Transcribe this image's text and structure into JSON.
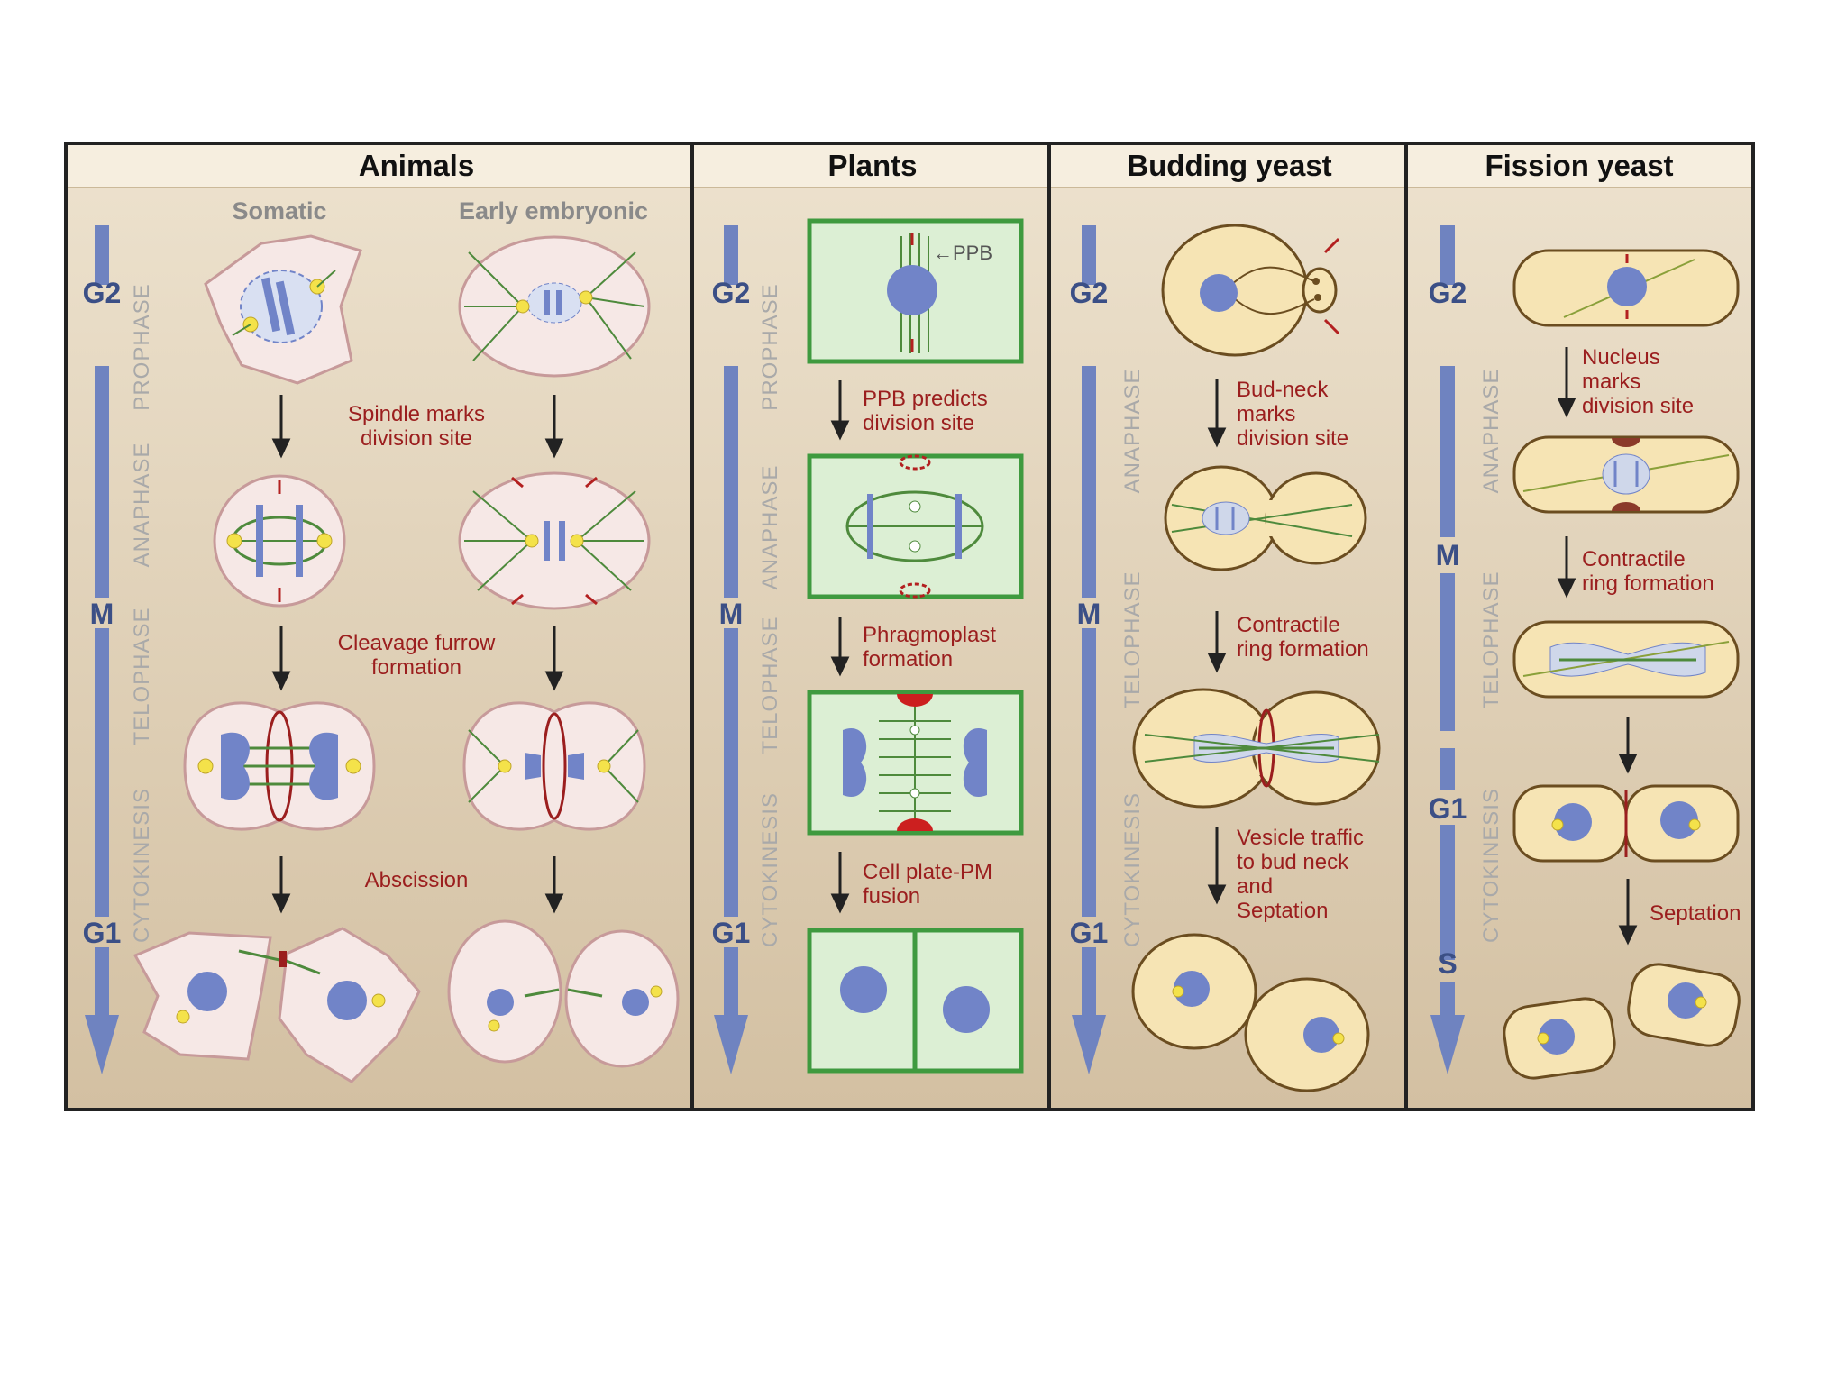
{
  "panels": {
    "animals": {
      "title": "Animals",
      "col_somatic": "Somatic",
      "col_embryonic": "Early embryonic",
      "phases": [
        "G2",
        "M",
        "G1"
      ],
      "stages": [
        "PROPHASE",
        "ANAPHASE",
        "TELOPHASE",
        "CYTOKINESIS"
      ],
      "step1": [
        "Spindle marks",
        "division site"
      ],
      "step2": [
        "Cleavage furrow",
        "formation"
      ],
      "step3": "Abscission"
    },
    "plants": {
      "title": "Plants",
      "ppb_label": "←PPB",
      "phases": [
        "G2",
        "M",
        "G1"
      ],
      "stages": [
        "PROPHASE",
        "ANAPHASE",
        "TELOPHASE",
        "CYTOKINESIS"
      ],
      "step1": [
        "PPB predicts",
        "division site"
      ],
      "step2": [
        "Phragmoplast",
        "formation"
      ],
      "step3": [
        "Cell plate-PM",
        "fusion"
      ]
    },
    "budding": {
      "title": "Budding yeast",
      "phases": [
        "G2",
        "M",
        "G1"
      ],
      "stages": [
        "ANAPHASE",
        "TELOPHASE",
        "CYTOKINESIS"
      ],
      "step1": [
        "Bud-neck",
        "marks",
        "division site"
      ],
      "step2": [
        "Contractile",
        "ring formation"
      ],
      "step3": [
        "Vesicle traffic",
        "to bud neck",
        "and",
        "Septation"
      ]
    },
    "fission": {
      "title": "Fission yeast",
      "phases": [
        "G2",
        "M",
        "G1",
        "S"
      ],
      "stages": [
        "ANAPHASE",
        "TELOPHASE",
        "CYTOKINESIS"
      ],
      "step1": [
        "Nucleus",
        "marks",
        "division site"
      ],
      "step2": [
        "Contractile",
        "ring formation"
      ],
      "step3": "Septation"
    }
  },
  "colors": {
    "background_top": "#ece0cb",
    "background_bottom": "#d2bfa0",
    "timeline_blue": "#6f83c0",
    "nucleus": "#7184c8",
    "annotation_red": "#9b1e1e",
    "animal_cell": "#f6e8e6",
    "plant_cell": "#dcefd4",
    "plant_wall": "#3f9a3f",
    "yeast_cell": "#f6e4b4"
  },
  "icons": [
    "step-arrow-icon",
    "timeline-arrow-icon"
  ]
}
